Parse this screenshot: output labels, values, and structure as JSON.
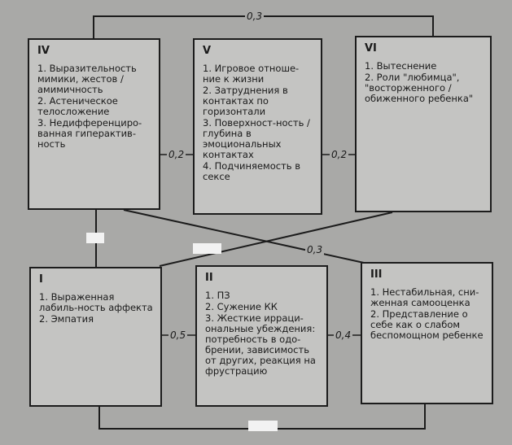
{
  "boxes": {
    "iv": {
      "numeral": "IV",
      "items": [
        "1. Выразительность мимики, жестов / амимичность",
        "2. Астеническое телосложение",
        "3. Недифференциро-ванная гиперактив-ность"
      ]
    },
    "v": {
      "numeral": "V",
      "items": [
        "1. Игровое отноше-ние к жизни",
        "2. Затруднения в контактах по горизонтали",
        "3. Поверхност-ность / глубина в эмоциональных контактах",
        "4. Подчиняемость в сексе"
      ]
    },
    "vi": {
      "numeral": "VI",
      "items": [
        "1. Вытеснение",
        "2. Роли \"любимца\", \"восторженного / обиженного ребенка\""
      ]
    },
    "i": {
      "numeral": "I",
      "items": [
        "1. Выраженная лабиль-ность аффекта",
        "2. Эмпатия"
      ]
    },
    "ii": {
      "numeral": "II",
      "items": [
        "1. ПЗ",
        "2. Сужение КК",
        "3. Жесткие ирраци-ональные убеждения: потребность в одо-брении, зависимость от других, реакция на фрустрацию"
      ]
    },
    "iii": {
      "numeral": "III",
      "items": [
        "1. Нестабильная, сни-женная самооценка",
        "2. Представление о себе как о слабом беспомощном ребенке"
      ]
    }
  },
  "links": {
    "iv_vi": "0,3",
    "iv_v": "0,2",
    "v_vi": "0,2",
    "cross_iv_iii": "0,3",
    "i_ii": "0,5",
    "ii_iii": "0,4"
  },
  "colors": {
    "background": "#a9a9a7",
    "box_fill": "#c4c4c2",
    "line": "#1c1c1c"
  }
}
